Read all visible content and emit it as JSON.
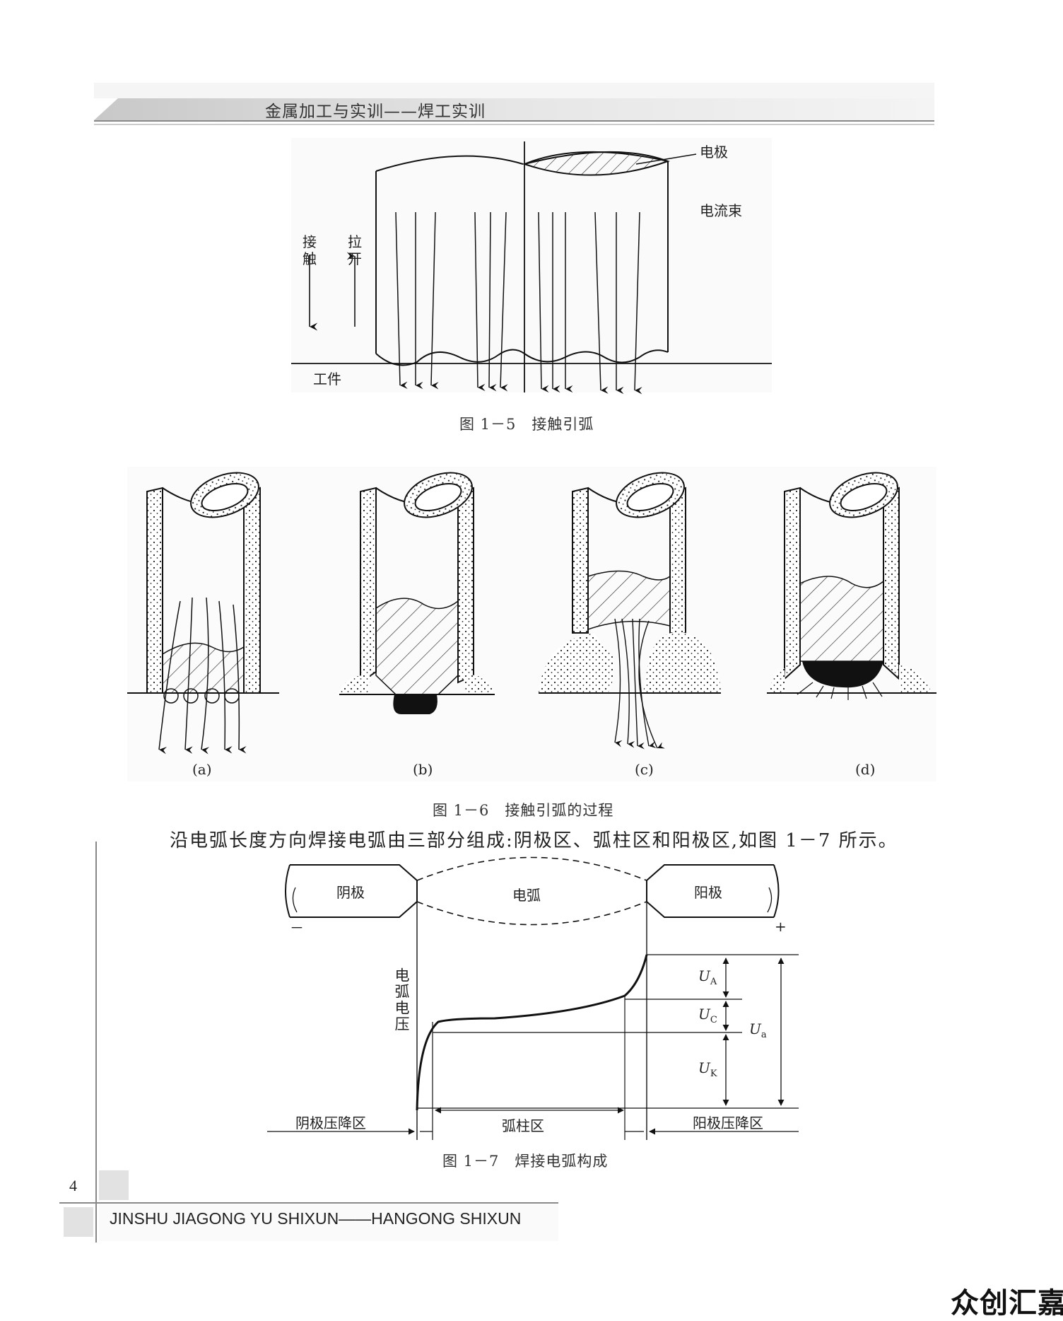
{
  "header": {
    "title": "金属加工与实训——焊工实训"
  },
  "figure_1_5": {
    "caption": "图 1－5　接触引弧",
    "labels": {
      "electrode": "电极",
      "current_beam": "电流束",
      "contact_1": "接",
      "contact_2": "触",
      "pull_1": "拉",
      "pull_2": "开",
      "workpiece": "工件"
    }
  },
  "figure_1_6": {
    "caption": "图 1－6　接触引弧的过程",
    "panels": [
      "(a)",
      "(b)",
      "(c)",
      "(d)"
    ]
  },
  "body": {
    "paragraph": "沿电弧长度方向焊接电弧由三部分组成:阴极区、弧柱区和阳极区,如图 1－7 所示。"
  },
  "figure_1_7": {
    "caption": "图 1－7　焊接电弧构成",
    "labels": {
      "cathode": "阴极",
      "arc": "电弧",
      "anode": "阳极",
      "minus": "－",
      "plus": "+",
      "y_axis": "电弧电压",
      "ua_big": "U",
      "ua_big_sub": "A",
      "uc": "U",
      "uc_sub": "C",
      "uk": "U",
      "uk_sub": "K",
      "ua_small": "U",
      "ua_small_sub": "a",
      "cathode_drop": "阴极压降区",
      "arc_column": "弧柱区",
      "anode_drop": "阳极压降区"
    }
  },
  "footer": {
    "page_number": "4",
    "pinyin_title": "JINSHU JIAGONG YU SHIXUN——HANGONG SHIXUN"
  },
  "watermark": {
    "text": "众创汇嘉"
  }
}
